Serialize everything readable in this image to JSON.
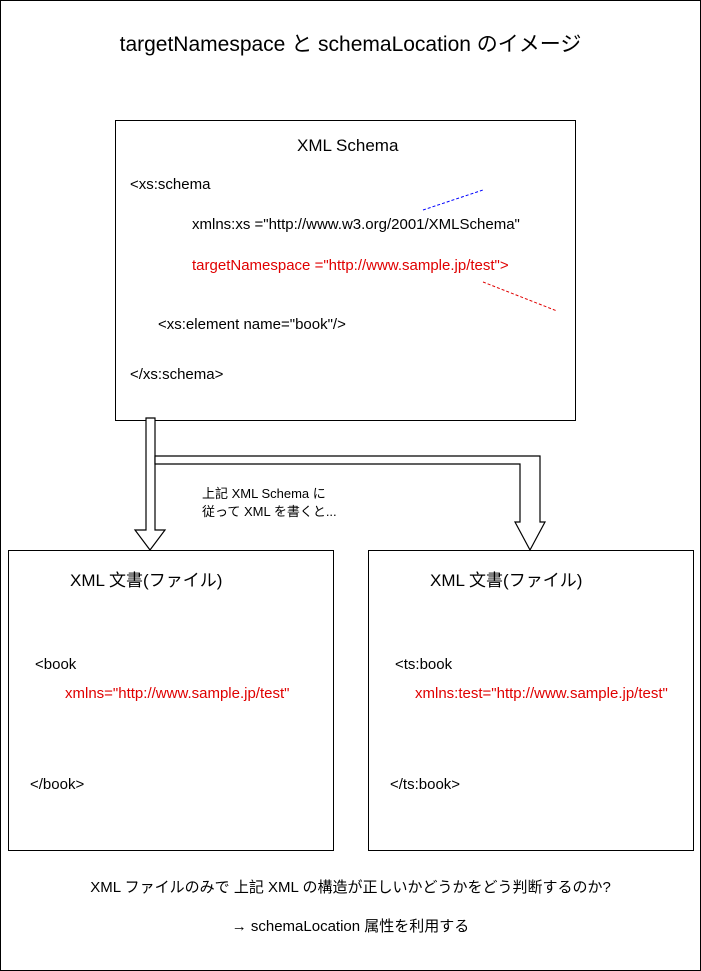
{
  "title": "targetNamespace と schemaLocation のイメージ",
  "schema_box": {
    "heading": "XML Schema",
    "line_open": "<xs:schema",
    "line_xmlns": "xmlns:xs =\"http://www.w3.org/2001/XMLSchema\"",
    "line_target": "targetNamespace =\"http://www.sample.jp/test\">",
    "line_element": "<xs:element name=\"book\"/>",
    "line_close": "</xs:schema>"
  },
  "arrow_note": {
    "line1": "上記 XML Schema に",
    "line2": "従って XML を書くと..."
  },
  "left_doc": {
    "heading": "XML 文書(ファイル)",
    "line_open": "<book",
    "line_ns": "xmlns=\"http://www.sample.jp/test\"",
    "line_close": "</book>"
  },
  "right_doc": {
    "heading": "XML 文書(ファイル)",
    "line_open": "<ts:book",
    "line_ns": "xmlns:test=\"http://www.sample.jp/test\"",
    "line_close": "</ts:book>"
  },
  "footer": {
    "question": "XML ファイルのみで 上記 XML の構造が正しいかどうかをどう判断するのか?",
    "answer": "→ schemaLocation 属性を利用する"
  },
  "colors": {
    "highlight": "#e00000",
    "connector_blue": "#0000ff",
    "connector_red": "#e00000",
    "stroke": "#000000"
  }
}
